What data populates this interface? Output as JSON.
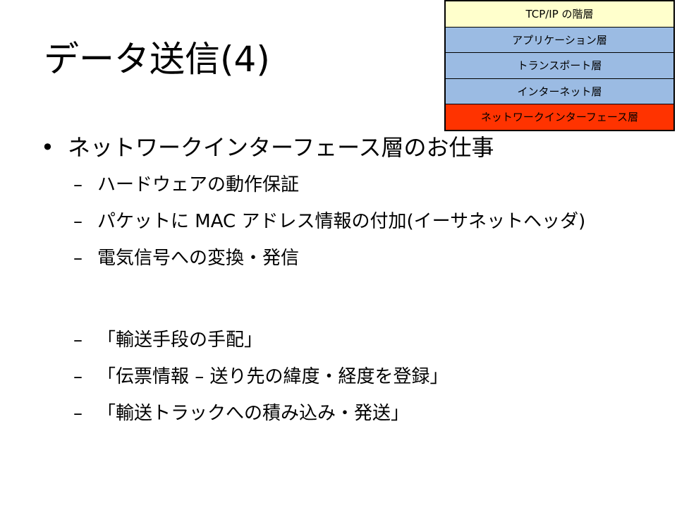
{
  "slide": {
    "title": "データ送信(4)"
  },
  "layer_diagram": {
    "header": "TCP/IP の階層",
    "layers": [
      {
        "label": "アプリケーション層",
        "color": "#9bbbe3"
      },
      {
        "label": "トランスポート層",
        "color": "#9bbbe3"
      },
      {
        "label": "インターネット層",
        "color": "#9bbbe3"
      },
      {
        "label": "ネットワークインターフェース層",
        "color": "#ff3300"
      }
    ],
    "header_color": "#ffffcc"
  },
  "bullets": {
    "main_marker": "•",
    "sub_marker": "–",
    "main": "ネットワークインターフェース層のお仕事",
    "items": [
      "ハードウェアの動作保証",
      "パケットに MAC アドレス情報の付加(イーサネットヘッダ)",
      "電気信号への変換・発信"
    ],
    "analogies": [
      "「輸送手段の手配」",
      "「伝票情報 – 送り先の緯度・経度を登録」",
      "「輸送トラックへの積み込み・発送」"
    ]
  }
}
